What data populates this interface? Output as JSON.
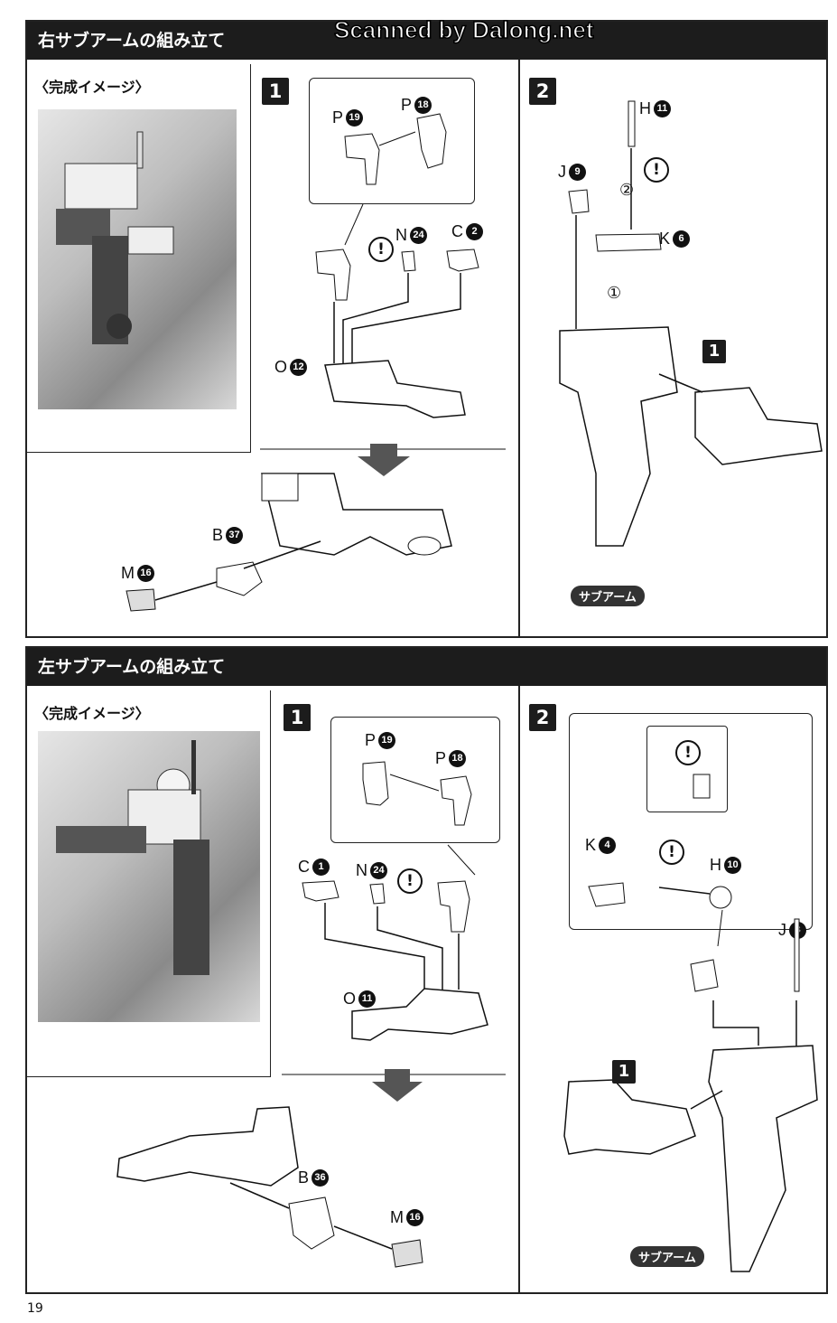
{
  "watermark": "Scanned by Dalong.net",
  "page_number": "19",
  "right_section": {
    "title": "右サブアームの組み立て",
    "image_label": "〈完成イメージ〉",
    "step1": "1",
    "step2": "2",
    "parts": {
      "p19": {
        "letter": "P",
        "num": "19"
      },
      "p18": {
        "letter": "P",
        "num": "18"
      },
      "n24": {
        "letter": "N",
        "num": "24"
      },
      "c2": {
        "letter": "C",
        "num": "2"
      },
      "o12": {
        "letter": "O",
        "num": "12"
      },
      "b37": {
        "letter": "B",
        "num": "37"
      },
      "m16": {
        "letter": "M",
        "num": "16"
      },
      "h11": {
        "letter": "H",
        "num": "11"
      },
      "j9": {
        "letter": "J",
        "num": "9"
      },
      "k6": {
        "letter": "K",
        "num": "6"
      }
    },
    "order1": "②",
    "order2": "①",
    "ref_step": "1",
    "result_label": "サブアーム"
  },
  "left_section": {
    "title": "左サブアームの組み立て",
    "image_label": "〈完成イメージ〉",
    "step1": "1",
    "step2": "2",
    "parts": {
      "p19": {
        "letter": "P",
        "num": "19"
      },
      "p18": {
        "letter": "P",
        "num": "18"
      },
      "c1": {
        "letter": "C",
        "num": "1"
      },
      "n24": {
        "letter": "N",
        "num": "24"
      },
      "o11": {
        "letter": "O",
        "num": "11"
      },
      "b36": {
        "letter": "B",
        "num": "36"
      },
      "m16": {
        "letter": "M",
        "num": "16"
      },
      "k4": {
        "letter": "K",
        "num": "4"
      },
      "h10": {
        "letter": "H",
        "num": "10"
      },
      "j8": {
        "letter": "J",
        "num": "8"
      }
    },
    "ref_step": "1",
    "result_label": "サブアーム"
  },
  "icons": {
    "warning": "exclamation-warning-icon",
    "down_arrow": "down-arrow-icon"
  },
  "warning_glyph": "!"
}
